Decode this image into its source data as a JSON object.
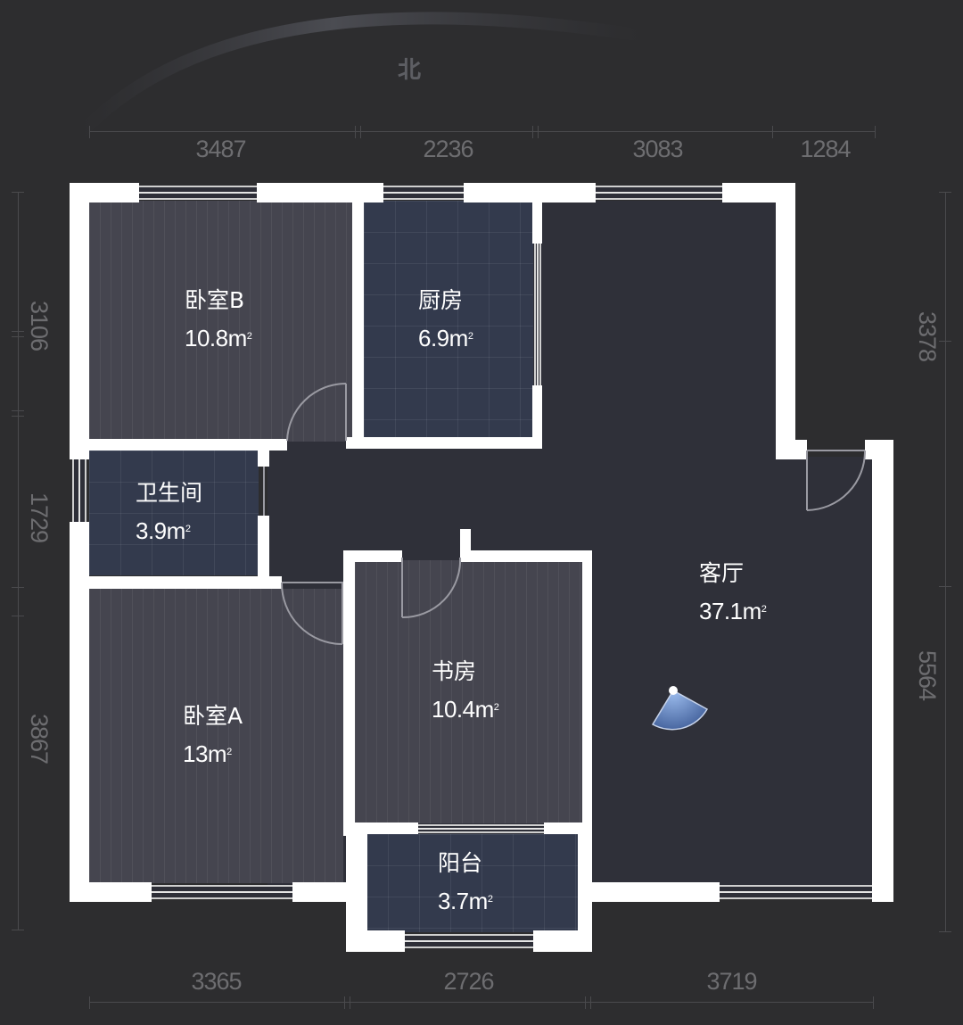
{
  "compass": {
    "label": "北"
  },
  "dimensions": {
    "top": [
      "3487",
      "2236",
      "3083",
      "1284"
    ],
    "bottom": [
      "3365",
      "2726",
      "3719"
    ],
    "left": [
      "3106",
      "1729",
      "3867"
    ],
    "right": [
      "3378",
      "5564"
    ]
  },
  "rooms": [
    {
      "id": "bedroom_b",
      "name": "卧室B",
      "area": "10.8m",
      "unit_sup": "2",
      "floor": "wood"
    },
    {
      "id": "kitchen",
      "name": "厨房",
      "area": "6.9m",
      "unit_sup": "2",
      "floor": "tile"
    },
    {
      "id": "bathroom",
      "name": "卫生间",
      "area": "3.9m",
      "unit_sup": "2",
      "floor": "tile"
    },
    {
      "id": "living_room",
      "name": "客厅",
      "area": "37.1m",
      "unit_sup": "2",
      "floor": "plain"
    },
    {
      "id": "study",
      "name": "书房",
      "area": "10.4m",
      "unit_sup": "2",
      "floor": "wood"
    },
    {
      "id": "bedroom_a",
      "name": "卧室A",
      "area": "13m",
      "unit_sup": "2",
      "floor": "wood"
    },
    {
      "id": "balcony",
      "name": "阳台",
      "area": "3.7m",
      "unit_sup": "2",
      "floor": "tile"
    }
  ],
  "colors": {
    "background": "#2d2d2f",
    "wall": "#ffffff",
    "wood_floor": "#45454f",
    "tile_floor": "#333a4d",
    "living_floor": "#2f3039",
    "dimension_text": "#6d6d70",
    "view_marker": "#6d8fd0"
  }
}
